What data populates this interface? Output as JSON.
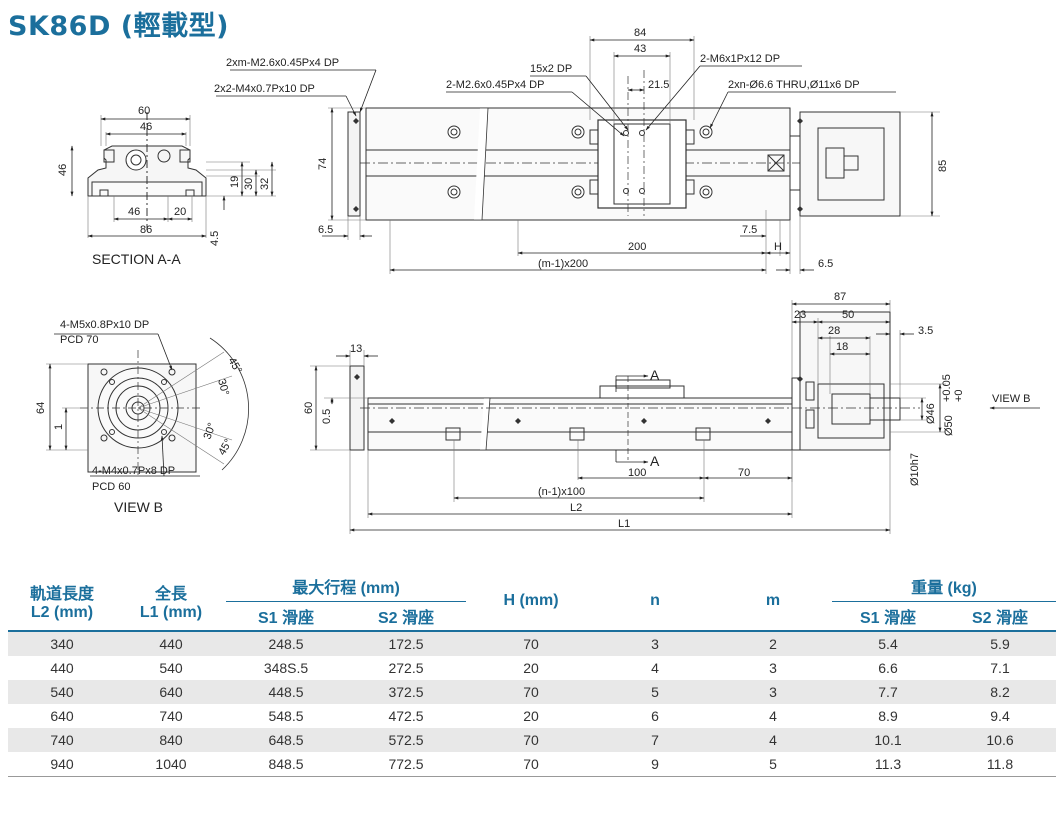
{
  "title": "SK86D (輕載型)",
  "top_section": {
    "section_dims": {
      "d60": "60",
      "d46": "46",
      "d46b": "46",
      "d20": "20",
      "d86": "86",
      "d19": "19",
      "d30": "30",
      "d32": "32",
      "d46v": "46",
      "d45": "4.5"
    },
    "section_label": "SECTION A-A",
    "top_view": {
      "callout_a": "2xm-M2.6x0.45Px4 DP",
      "callout_b": "2x2-M4x0.7Px10 DP",
      "callout_c": "15x2 DP",
      "callout_d": "2-M2.6x0.45Px4 DP",
      "callout_e": "2-M6x1Px12 DP",
      "callout_f": "2xn-Ø6.6 THRU,Ø11x6 DP",
      "d84": "84",
      "d43": "43",
      "d215": "21.5",
      "d74": "74",
      "d85": "85",
      "d65a": "6.5",
      "d200": "200",
      "d75": "7.5",
      "dH": "H",
      "dm": "(m-1)x200",
      "d65b": "6.5"
    }
  },
  "bottom_section": {
    "view_b": {
      "callout_a": "4-M5x0.8Px10 DP",
      "callout_b": "PCD 70",
      "callout_c": "4-M4x0.7Px8 DP",
      "callout_d": "PCD 60",
      "a45a": "45°",
      "a30a": "30°",
      "a30b": "30°",
      "a45b": "45°",
      "d64": "64",
      "d1": "1",
      "label": "VIEW B"
    },
    "side_view": {
      "d13": "13",
      "d60": "60",
      "d05": "0.5",
      "secA1": "A",
      "secA2": "A",
      "d100": "100",
      "d70": "70",
      "dn": "(n-1)x100",
      "dL2": "L2",
      "dL1": "L1",
      "d87": "87",
      "d23": "23",
      "d50": "50",
      "d28": "28",
      "d18": "18",
      "d35": "3.5",
      "phi46": "Ø46",
      "phi50": "Ø50",
      "tol_up": "+0.05",
      "tol_dn": "+0",
      "phi10": "Ø10h7",
      "view_b": "VIEW B"
    }
  },
  "table": {
    "headers": {
      "l2": "軌道長度",
      "l2u": "L2 (mm)",
      "l1": "全長",
      "l1u": "L1 (mm)",
      "stroke": "最大行程 (mm)",
      "s1": "S1 滑座",
      "s2": "S2 滑座",
      "h": "H (mm)",
      "n": "n",
      "m": "m",
      "weight": "重量 (kg)",
      "w1": "S1 滑座",
      "w2": "S2 滑座"
    },
    "rows": [
      [
        "340",
        "440",
        "248.5",
        "172.5",
        "70",
        "3",
        "2",
        "5.4",
        "5.9"
      ],
      [
        "440",
        "540",
        "348S.5",
        "272.5",
        "20",
        "4",
        "3",
        "6.6",
        "7.1"
      ],
      [
        "540",
        "640",
        "448.5",
        "372.5",
        "70",
        "5",
        "3",
        "7.7",
        "8.2"
      ],
      [
        "640",
        "740",
        "548.5",
        "472.5",
        "20",
        "6",
        "4",
        "8.9",
        "9.4"
      ],
      [
        "740",
        "840",
        "648.5",
        "572.5",
        "70",
        "7",
        "4",
        "10.1",
        "10.6"
      ],
      [
        "940",
        "1040",
        "848.5",
        "772.5",
        "70",
        "9",
        "5",
        "11.3",
        "11.8"
      ]
    ]
  }
}
